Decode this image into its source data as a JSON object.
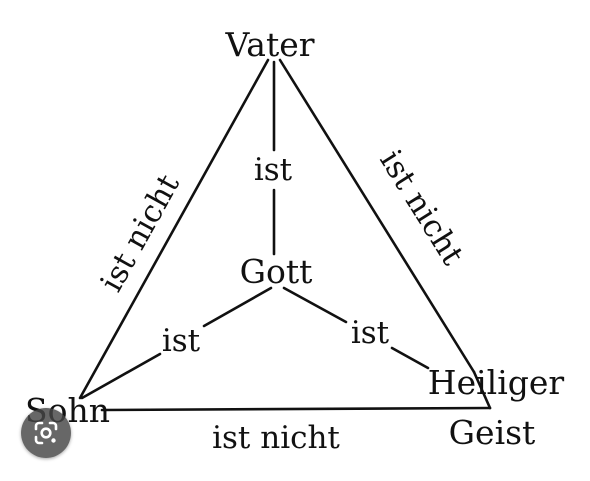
{
  "nodes": {
    "vater": "Vater",
    "gott": "Gott",
    "sohn": "Sohn",
    "heiliger": "Heiliger",
    "geist": "Geist"
  },
  "edges": {
    "vater_gott": "ist",
    "sohn_gott": "ist",
    "geist_gott": "ist",
    "vater_sohn": "ist nicht",
    "vater_geist": "ist nicht",
    "sohn_geist": "ist nicht"
  },
  "overlay": {
    "icon": "google-lens-icon"
  },
  "colors": {
    "ink": "#111111",
    "background": "#ffffff",
    "overlay_bg": "#464646"
  }
}
